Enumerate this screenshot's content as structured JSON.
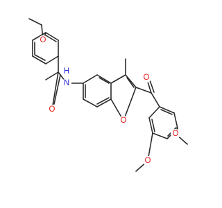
{
  "molecule": {
    "atoms": {
      "amide_n": {
        "text": "N",
        "color": "#2a2ad8"
      },
      "amide_h": {
        "text": "H",
        "color": "#2a2ad8"
      },
      "amide_o": {
        "text": "O",
        "color": "#e0201c"
      },
      "ring_o": {
        "text": "O",
        "color": "#e0201c"
      },
      "ketone_o": {
        "text": "O",
        "color": "#e0201c"
      },
      "methoxy_o_top": {
        "text": "O",
        "color": "#e0201c"
      },
      "methoxy_o_3": {
        "text": "O",
        "color": "#e0201c"
      },
      "methoxy_o_4": {
        "text": "O",
        "color": "#e0201c"
      }
    },
    "bond_color": "#2b2b2b"
  }
}
